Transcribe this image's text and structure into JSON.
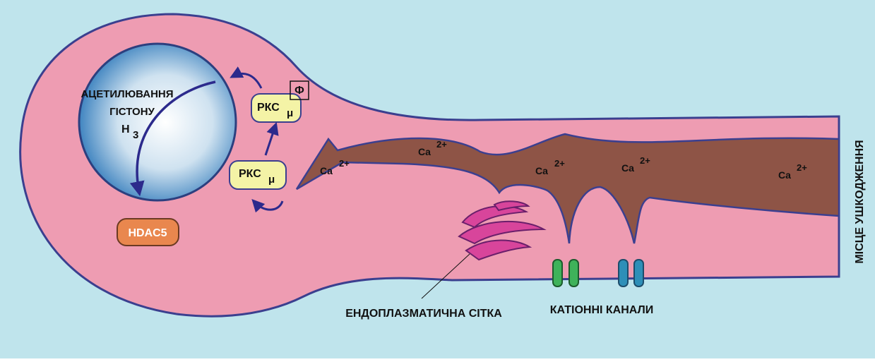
{
  "labels": {
    "histone_line1": "АЦЕТИЛЮВАННЯ",
    "histone_line2": "ГІСТОНУ",
    "histone_h": "Н",
    "histone_sub": "3",
    "pkc": "РКС",
    "pkc_sub": "μ",
    "phospho": "Ф",
    "hdac5": "HDAC5",
    "ca": "Ca",
    "ca_sup": "2+",
    "er": "ЕНДОПЛАЗМАТИЧНА СІТКА",
    "channels": "КАТІОННІ КАНАЛИ",
    "injury_site": "МІСЦЕ УШКОДЖЕННЯ"
  },
  "colors": {
    "background": "#bfe4ec",
    "cell": "#ee9cb2",
    "cell_outline": "#3b3f8f",
    "nucleus": "#8db9dc",
    "calcium_flow": "#8e5446",
    "pkc": "#f4f3a6",
    "hdac5": "#e9874e",
    "er": "#d8459b",
    "channel_green": "#3fb25a",
    "channel_blue": "#2e8fb8",
    "arrow": "#2c2a8c"
  }
}
